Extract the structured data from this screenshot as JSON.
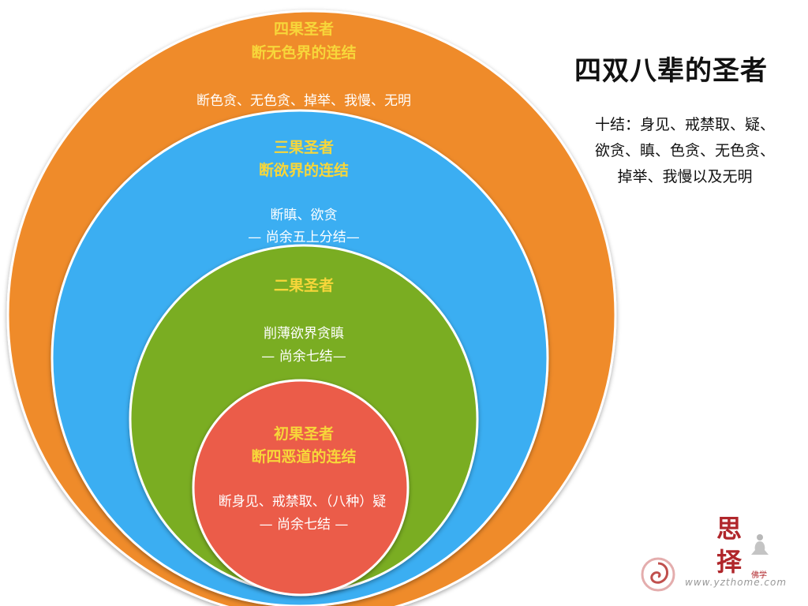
{
  "title": "四双八辈的圣者",
  "fetters": {
    "line1": "十结：身见、戒禁取、疑、",
    "line2": "欲贪、瞋、色贪、无色贪、",
    "line3": "掉举、我慢以及无明"
  },
  "circles": {
    "fourth": {
      "stage": "四果圣者",
      "subtitle": "断无色界的连结",
      "desc": "断色贪、无色贪、掉举、我慢、无明",
      "color": "#ef8b2c"
    },
    "third": {
      "stage": "三果圣者",
      "subtitle": "断欲界的连结",
      "desc1": "断瞋、欲贪",
      "desc2": "— 尚余五上分结—",
      "color": "#3aaef2"
    },
    "second": {
      "stage": "二果圣者",
      "desc1": "削薄欲界贪瞋",
      "desc2": "— 尚余七结—",
      "color": "#7aad22"
    },
    "first": {
      "stage": "初果圣者",
      "subtitle": "断四恶道的连结",
      "desc1": "断身见、戒禁取、（八种）疑",
      "desc2": "— 尚余七结 —",
      "color": "#eb5c4a"
    }
  },
  "logo": {
    "char1": "思",
    "char2": "择",
    "small": "佛学",
    "url": "www.yzthome.com"
  }
}
